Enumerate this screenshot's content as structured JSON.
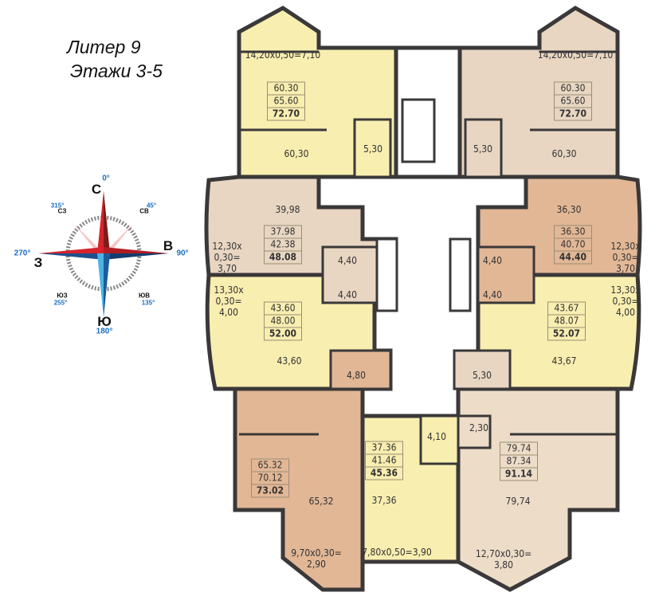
{
  "title": {
    "line1": "Литер 9",
    "line2": "Этажи 3-5"
  },
  "compass": {
    "north": "С",
    "east": "В",
    "south": "Ю",
    "west": "З",
    "nw": "СЗ",
    "ne": "СВ",
    "se": "ЮВ",
    "sw": "ЮЗ",
    "deg_n": "0°",
    "deg_e": "90°",
    "deg_s": "180°",
    "deg_w": "270°",
    "deg_ne": "45°",
    "deg_se": "135°",
    "deg_sw": "255°",
    "deg_nw": "315°",
    "colors": {
      "red": "#d8232a",
      "blue": "#1e73be"
    }
  },
  "colors": {
    "yellow": "#f8eeb0",
    "beige": "#e8d6c3",
    "salmon": "#e2b796",
    "tan": "#eddcc8",
    "wall": "#3a3838"
  },
  "apartments": [
    {
      "id": "top-left",
      "areas": [
        "60.30",
        "65.60",
        "72.70"
      ],
      "living": "60,30",
      "bath": "5,30",
      "balcony": "14,20x0,50=7,10"
    },
    {
      "id": "top-right",
      "areas": [
        "60.30",
        "65.60",
        "72.70"
      ],
      "living": "60,30",
      "bath": "5,30",
      "balcony": "14,20x0,50=7,10"
    },
    {
      "id": "mid-left-upper",
      "areas": [
        "37.98",
        "42.38",
        "48.08"
      ],
      "living": "39,98",
      "bath": "4,40",
      "balcony": [
        "12,30x",
        "0,30=",
        "3,70"
      ]
    },
    {
      "id": "mid-right-upper",
      "areas": [
        "36.30",
        "40.70",
        "44.40"
      ],
      "living": "36,30",
      "bath": "4,40",
      "balcony": [
        "12,30x",
        "0,30=",
        "3,70"
      ]
    },
    {
      "id": "mid-left-lower",
      "areas": [
        "43.60",
        "48.00",
        "52.00"
      ],
      "living": "43,60",
      "bath": "4,80",
      "bath2": "4,40",
      "balcony": [
        "13,30x",
        "0,30=",
        "4,00"
      ]
    },
    {
      "id": "mid-right-lower",
      "areas": [
        "43.67",
        "48.07",
        "52.07"
      ],
      "living": "43,67",
      "bath": "5,30",
      "bath2": "4,40",
      "balcony": [
        "13,30x",
        "0,30=",
        "4,00"
      ]
    },
    {
      "id": "bottom-left",
      "areas": [
        "65.32",
        "70.12",
        "73.02"
      ],
      "living": "65,32",
      "balcony": [
        "9,70x0,30=",
        "2,90"
      ]
    },
    {
      "id": "bottom-center",
      "areas": [
        "37.36",
        "41.46",
        "45.36"
      ],
      "living": "37,36",
      "bath": "4,10",
      "balcony": "7,80x0,50=3,90"
    },
    {
      "id": "bottom-right",
      "areas": [
        "79.74",
        "87.34",
        "91.14"
      ],
      "living": "79,74",
      "bath": "2,30",
      "balcony": [
        "12,70x0,30=",
        "3,80"
      ]
    }
  ]
}
